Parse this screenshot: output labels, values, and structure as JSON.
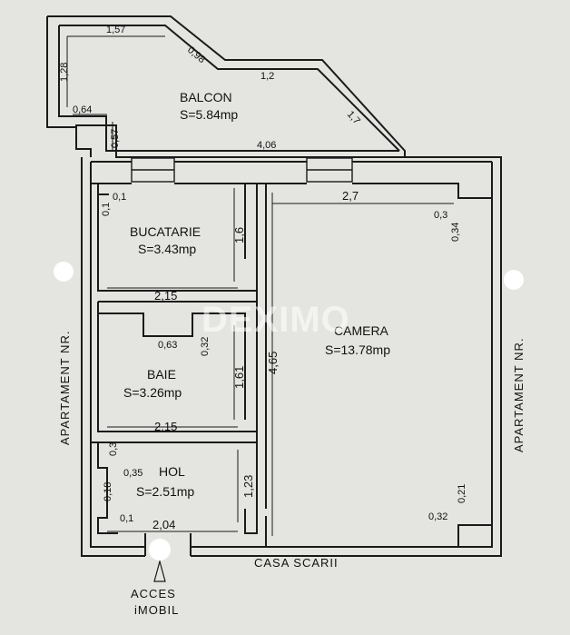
{
  "plan": {
    "rooms": {
      "balcon": {
        "name": "BALCON",
        "area": "S=5.84mp"
      },
      "bucatarie": {
        "name": "BUCATARIE",
        "area": "S=3.43mp"
      },
      "baie": {
        "name": "BAIE",
        "area": "S=3.26mp"
      },
      "hol": {
        "name": "HOL",
        "area": "S=2.51mp"
      },
      "camera": {
        "name": "CAMERA",
        "area": "S=13.78mp"
      }
    },
    "dimensions": {
      "balcon_top": "1,57",
      "balcon_diag1": "0,98",
      "balcon_mid": "1,2",
      "balcon_diag2": "1,7",
      "balcon_left": "1,28",
      "balcon_step_w": "0,64",
      "balcon_step_h": "0,57",
      "balcon_bottom": "4,06",
      "camera_top": "2,7",
      "camera_corner_w": "0,3",
      "camera_corner_h": "0,34",
      "camera_height": "4,65",
      "camera_br_w": "0,32",
      "camera_br_h": "0,21",
      "bucatarie_corner_h": "0,1",
      "bucatarie_corner_w": "0,1",
      "bucatarie_height": "1,6",
      "bucatarie_width": "2,15",
      "baie_notch_w": "0,63",
      "baie_notch_h": "0,32",
      "baie_height": "1,61",
      "baie_width": "2,15",
      "hol_top_h": "0,3",
      "hol_notch_w": "0,35",
      "hol_left_h": "0,18",
      "hol_bl_w": "0,1",
      "hol_width": "2,04",
      "hol_height": "1,23"
    },
    "labels": {
      "left_neighbor": "APARTAMENT NR.",
      "right_neighbor": "APARTAMENT NR.",
      "stairs": "CASA SCARII",
      "access_line1": "ACCES",
      "access_line2": "iMOBIL"
    },
    "watermark": "DEXIMO"
  }
}
